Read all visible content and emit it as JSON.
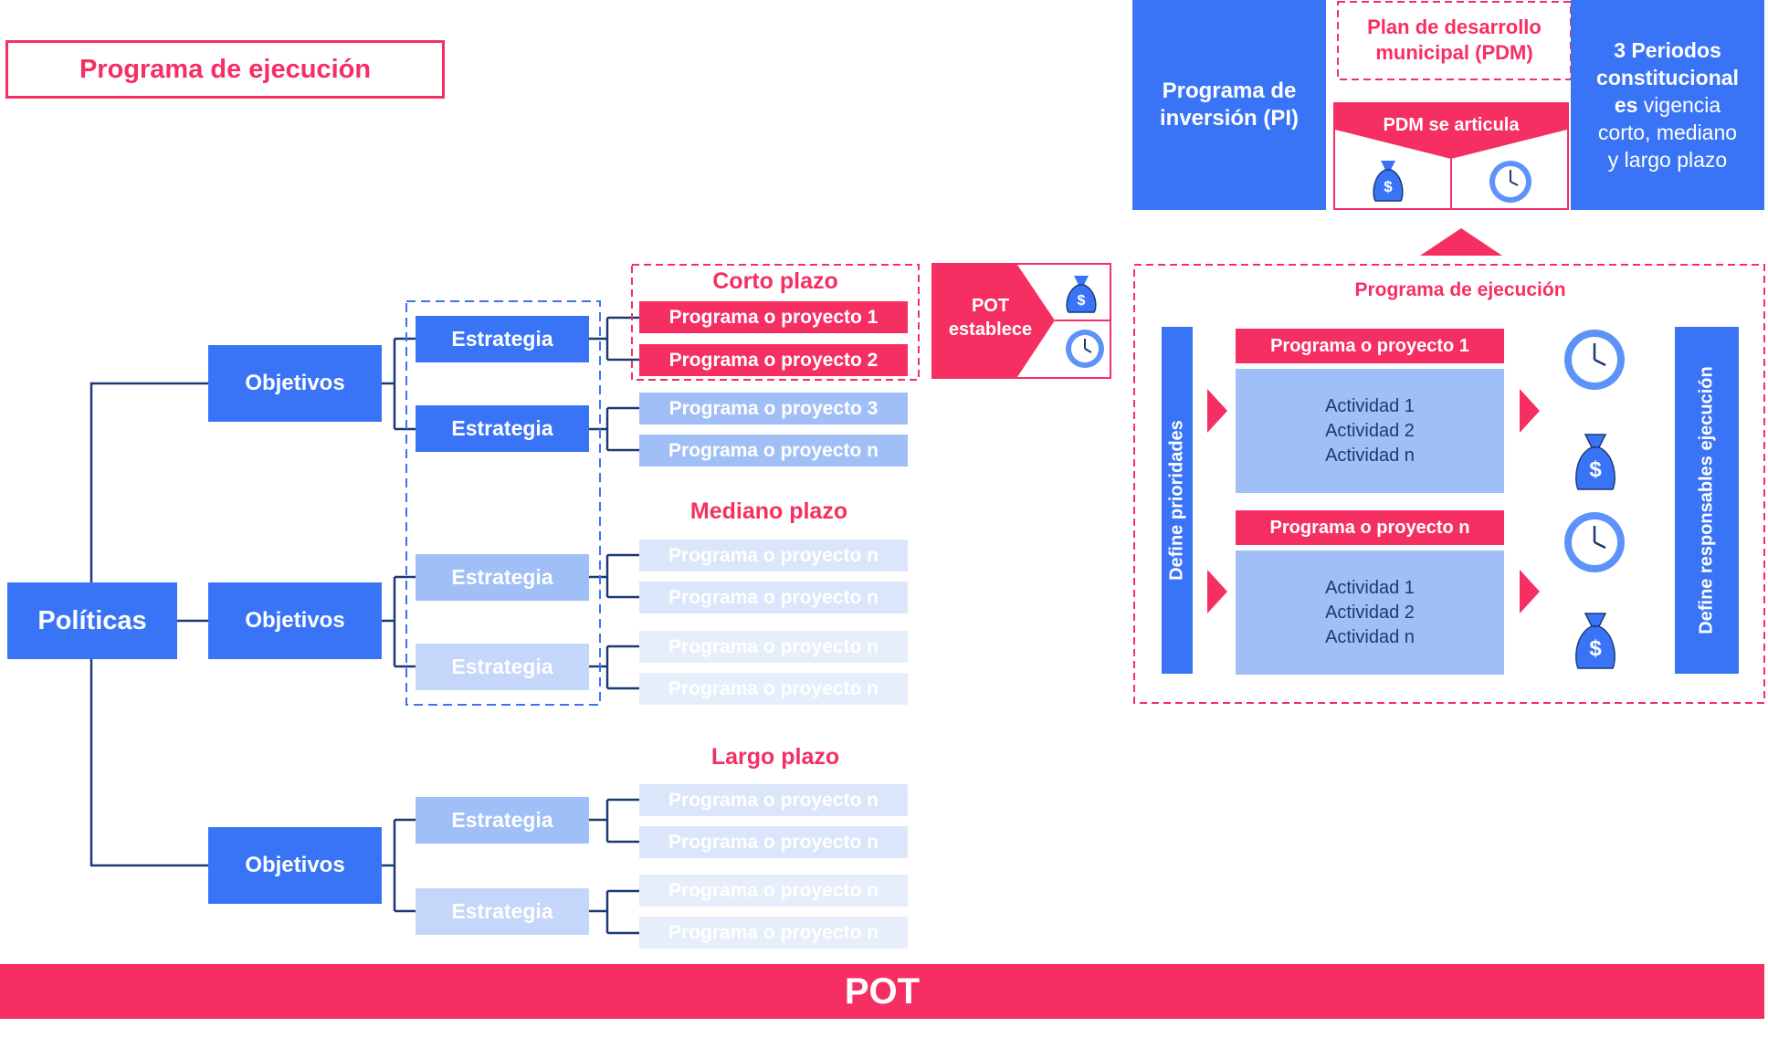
{
  "title": "Programa de ejecución",
  "politicas": "Políticas",
  "objetivos": [
    "Objetivos",
    "Objetivos",
    "Objetivos"
  ],
  "estrategia": "Estrategia",
  "horizons": {
    "corto": "Corto plazo",
    "mediano": "Mediano plazo",
    "largo": "Largo plazo"
  },
  "programs": {
    "p1": "Programa o proyecto 1",
    "p2": "Programa o proyecto 2",
    "p3": "Programa o proyecto 3",
    "pn": "Programa o proyecto n"
  },
  "pot_establece": {
    "line1": "POT",
    "line2": "establece"
  },
  "pot_footer": "POT",
  "top": {
    "pi": {
      "line1": "Programa de",
      "line2": "inversión (PI)"
    },
    "pdm": {
      "line1": "Plan de desarrollo",
      "line2": "municipal (PDM)"
    },
    "pdm_articula": "PDM se articula",
    "periodos": {
      "line1": "3 Periodos",
      "line2": "constitucional",
      "line3_bold": "es",
      "line3_rest": " vigencia",
      "line4": "corto, mediano",
      "line5": "y largo plazo"
    }
  },
  "exec_panel": {
    "title": "Programa de ejecución",
    "left_label": "Define prioridades",
    "right_label": "Define responsables ejecución",
    "prog1": "Programa o proyecto 1",
    "progn": "Programa o proyecto n",
    "actividades": [
      "Actividad 1",
      "Actividad 2",
      "Actividad n"
    ]
  },
  "icons": {
    "money": "money-bag-icon",
    "clock": "clock-icon",
    "accent_pink": "#f52f62",
    "accent_blue": "#3a74f6",
    "line_navy": "#1b3a73"
  }
}
